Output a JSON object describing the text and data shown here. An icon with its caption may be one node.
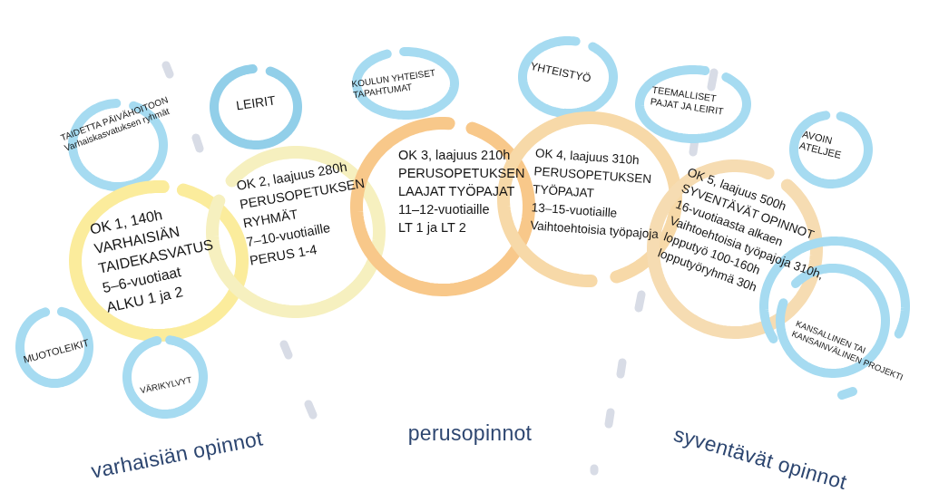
{
  "diagram": {
    "nodes": [
      {
        "text": [
          "TAIDETTA PÄIVÄHOITOON",
          "Varhaiskasvatuksen ryhmät"
        ]
      },
      {
        "text": [
          "LEIRIT"
        ]
      },
      {
        "text": [
          "KOULUN YHTEISET TAPAHTUMAT"
        ]
      },
      {
        "text": [
          "YHTEISTYÖ"
        ]
      },
      {
        "text": [
          "TEEMALLISET PAJAT JA LEIRIT"
        ]
      },
      {
        "text": [
          "AVOIN ATELJEE"
        ]
      },
      {
        "text": [
          "OK 1, 140h",
          "VARHAISIÄN TAIDEKASVATUS",
          "5–6-vuotiaat",
          "ALKU 1 ja 2"
        ]
      },
      {
        "text": [
          "OK 2, laajuus 280h",
          "PERUSOPETUKSEN RYHMÄT",
          "7–10-vuotiaille",
          "PERUS 1-4"
        ]
      },
      {
        "text": [
          "OK 3, laajuus 210h",
          "PERUSOPETUKSEN LAAJAT TYÖPAJAT",
          "11–12-vuotiaille",
          "LT 1 ja LT 2"
        ]
      },
      {
        "text": [
          "OK 4, laajuus 310h",
          "PERUSOPETUKSEN TYÖPAJAT",
          "13–15-vuotiaille",
          "Vaihtoehtoisia työpajoja"
        ]
      },
      {
        "text": [
          "OK 5, laajuus 500h",
          "SYVENTÄVÄT OPINNOT",
          "16-vuotiaasta alkaen",
          "Vaihtoehtoisia työpajoja 310h,",
          "lopputyö 100-160h",
          "lopputyöryhmä 30h"
        ]
      },
      {
        "text": [
          "KANSALLINEN TAI KANSAINVÄLINEN PROJEKTI"
        ]
      },
      {
        "text": [
          "MUOTOLEIKIT"
        ]
      },
      {
        "text": [
          "VÄRIKYLVYT"
        ]
      }
    ],
    "labels": [
      "varhaisiän opinnot",
      "perusopinnot",
      "syventävät opinnot"
    ]
  }
}
